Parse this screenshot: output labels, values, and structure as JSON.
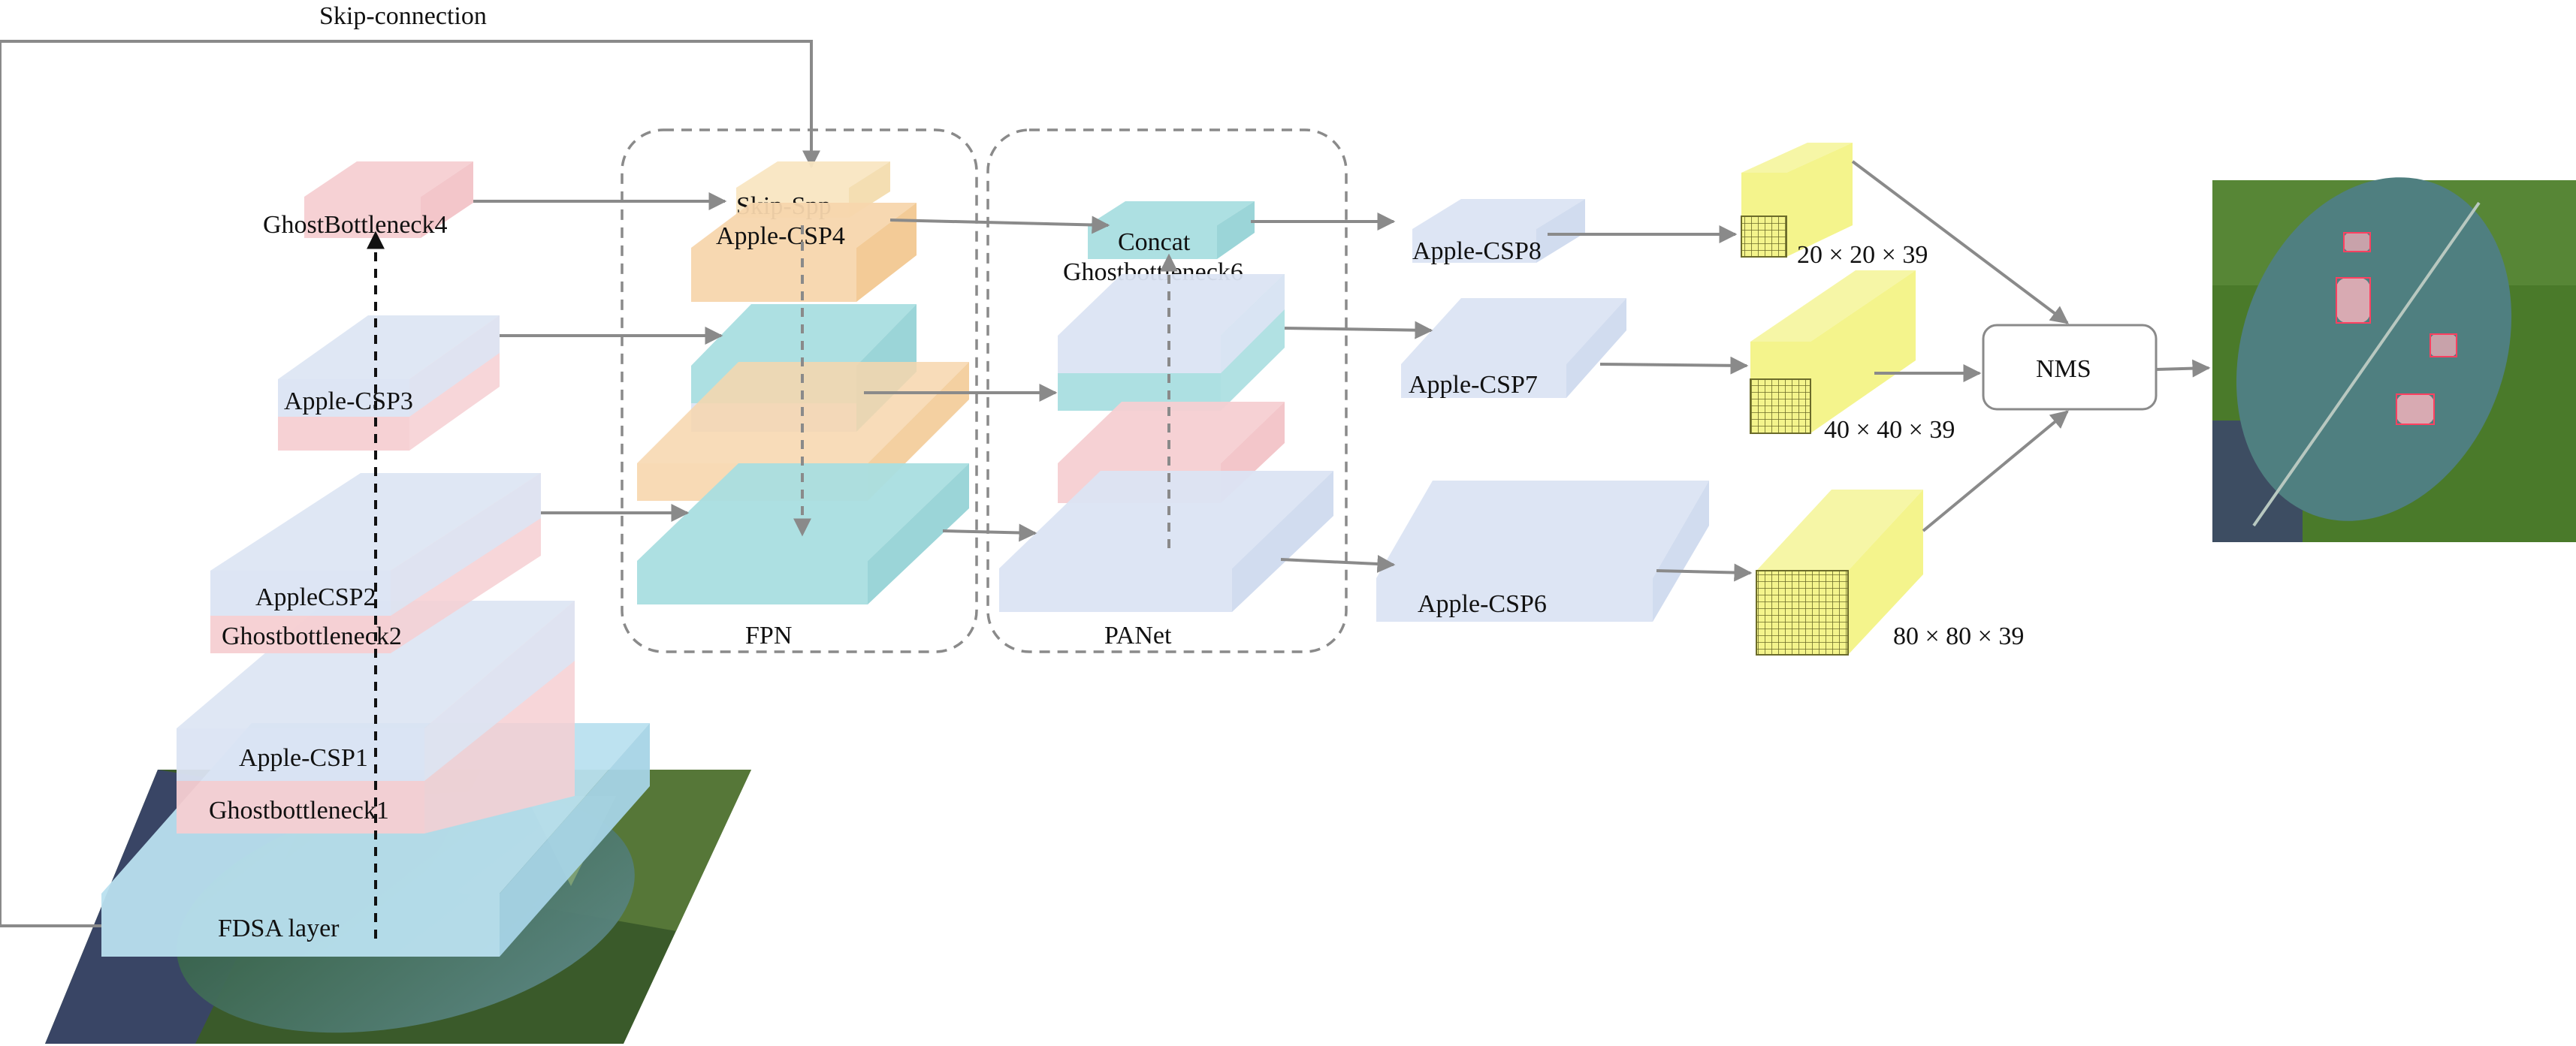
{
  "labels": {
    "skip_connection": "Skip-connection",
    "fdsa": "FDSA layer",
    "ghost1": "Ghostbottleneck1",
    "csp1": "Apple-CSP1",
    "ghost2": "Ghostbottleneck2",
    "csp2": "AppleCSP2",
    "csp3": "Apple-CSP3",
    "ghost4": "GhostBottleneck4",
    "skip_spp": "Skip-Spp",
    "csp4": "Apple-CSP4",
    "fpn": "FPN",
    "concat": "Concat",
    "ghost6": "Ghostbottleneck6",
    "panet": "PANet",
    "csp8": "Apple-CSP8",
    "csp7": "Apple-CSP7",
    "csp6": "Apple-CSP6",
    "nms": "NMS"
  },
  "outputs": {
    "small": "20 × 20 × 39",
    "medium": "40 × 40 × 39",
    "large": "80 × 80 × 39"
  },
  "colors": {
    "blue": "#dbe4f3",
    "pink": "#f6cfd2",
    "cyan": "#a9dee0",
    "orange": "#f7d6ad",
    "light_yellow": "#f9e6c2",
    "sky": "#b9e0ef",
    "yellow": "#f4f48c",
    "arrow": "#8a8a8a"
  },
  "icons": {
    "input_image": "leaf-photo",
    "output_image": "leaf-detection-photo"
  }
}
